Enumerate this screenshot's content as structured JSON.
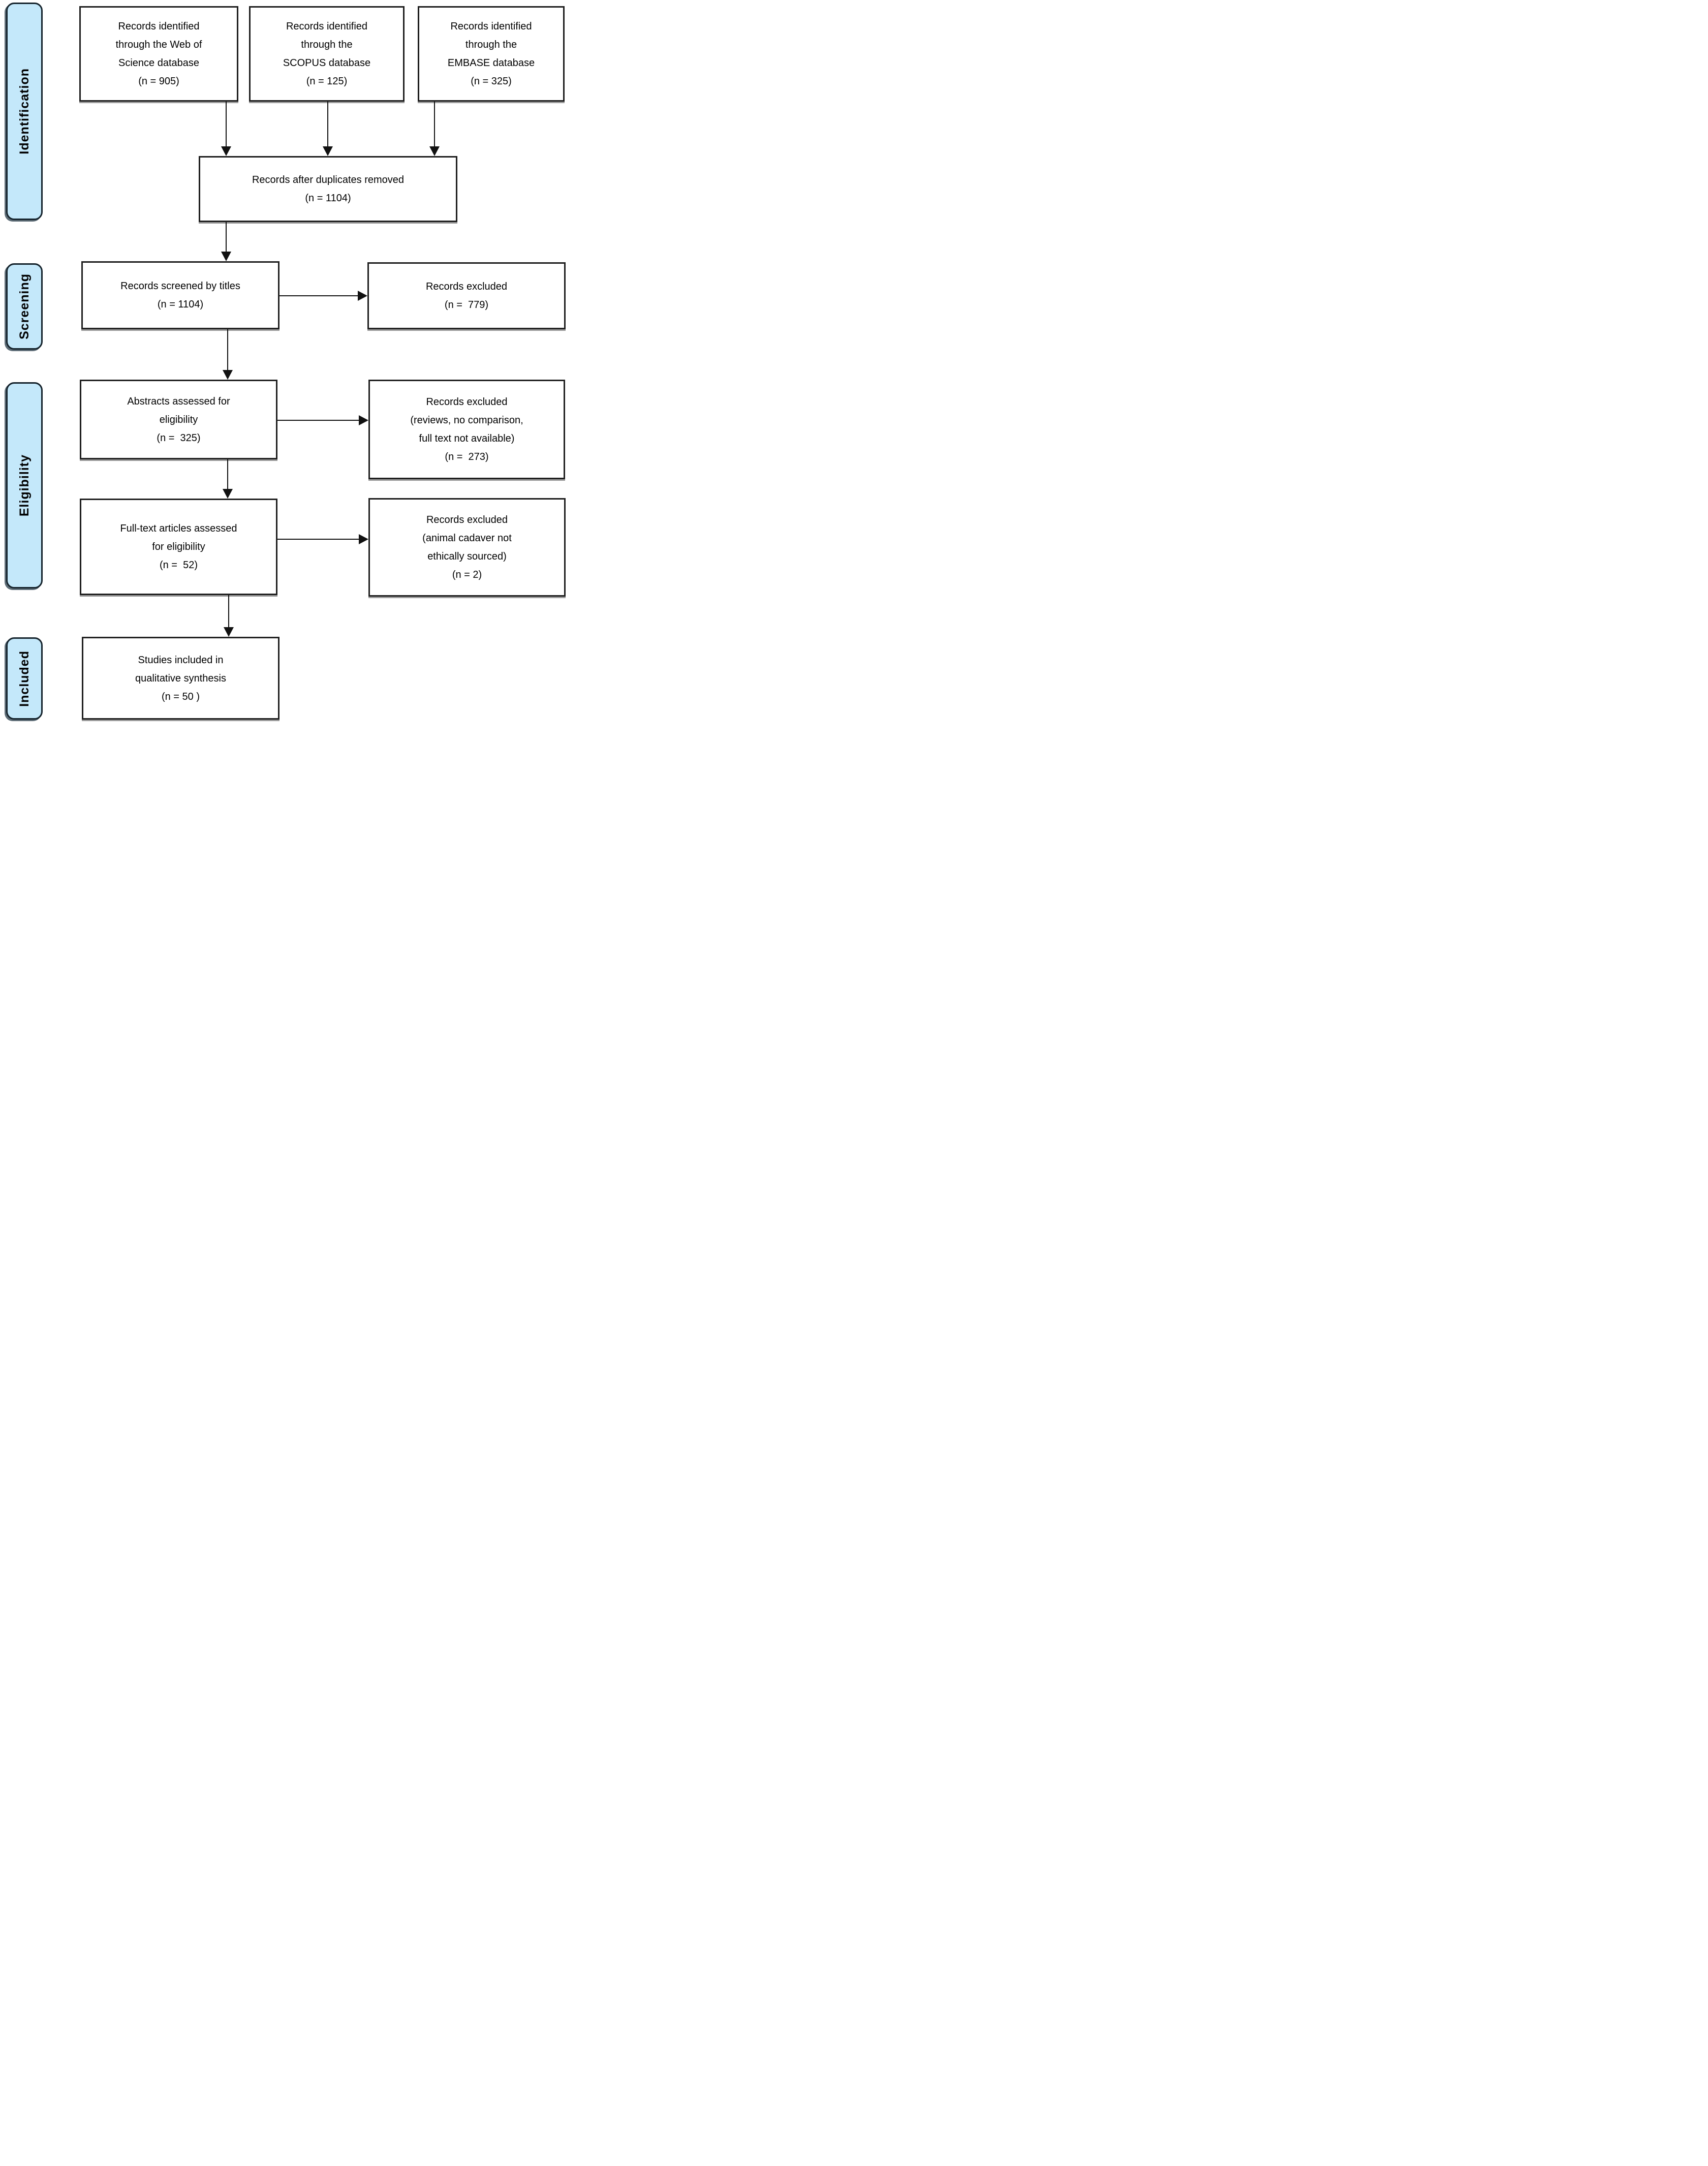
{
  "style": {
    "accent_fill": "#c4e8fa",
    "box_border": "#1f1f1f",
    "arrow_color": "#111111",
    "sidebar_border": "#15232c"
  },
  "sidebar": [
    {
      "key": "identification",
      "label": "Identification"
    },
    {
      "key": "screening",
      "label": "Screening"
    },
    {
      "key": "eligibility",
      "label": "Eligibility"
    },
    {
      "key": "included",
      "label": "Included"
    }
  ],
  "boxes": {
    "web_of_science": {
      "text": "Records identified\nthrough the Web of\nScience database\n(n = 905)"
    },
    "scopus": {
      "text": "Records identified\nthrough the\nSCOPUS database\n(n = 125)"
    },
    "embase": {
      "text": "Records identified\nthrough the\nEMBASE database\n(n = 325)"
    },
    "duplicates_removed": {
      "text": "Records after duplicates removed\n(n = 1104)"
    },
    "screened_titles": {
      "text": "Records screened by titles\n(n = 1104)"
    },
    "excluded_titles": {
      "text": "Records excluded\n(n =  779)"
    },
    "abstracts_assessed": {
      "text": "Abstracts assessed for\neligibility\n(n =  325)"
    },
    "excluded_abstracts": {
      "text": "Records excluded\n(reviews, no comparison,\nfull text not available)\n(n =  273)"
    },
    "fulltext_assessed": {
      "text": "Full-text articles assessed\nfor eligibility\n(n =  52)"
    },
    "excluded_fulltext": {
      "text": "Records excluded\n(animal cadaver not\nethically sourced)\n(n = 2)"
    },
    "included_studies": {
      "text": "Studies included in\nqualitative synthesis\n(n = 50 )"
    }
  }
}
